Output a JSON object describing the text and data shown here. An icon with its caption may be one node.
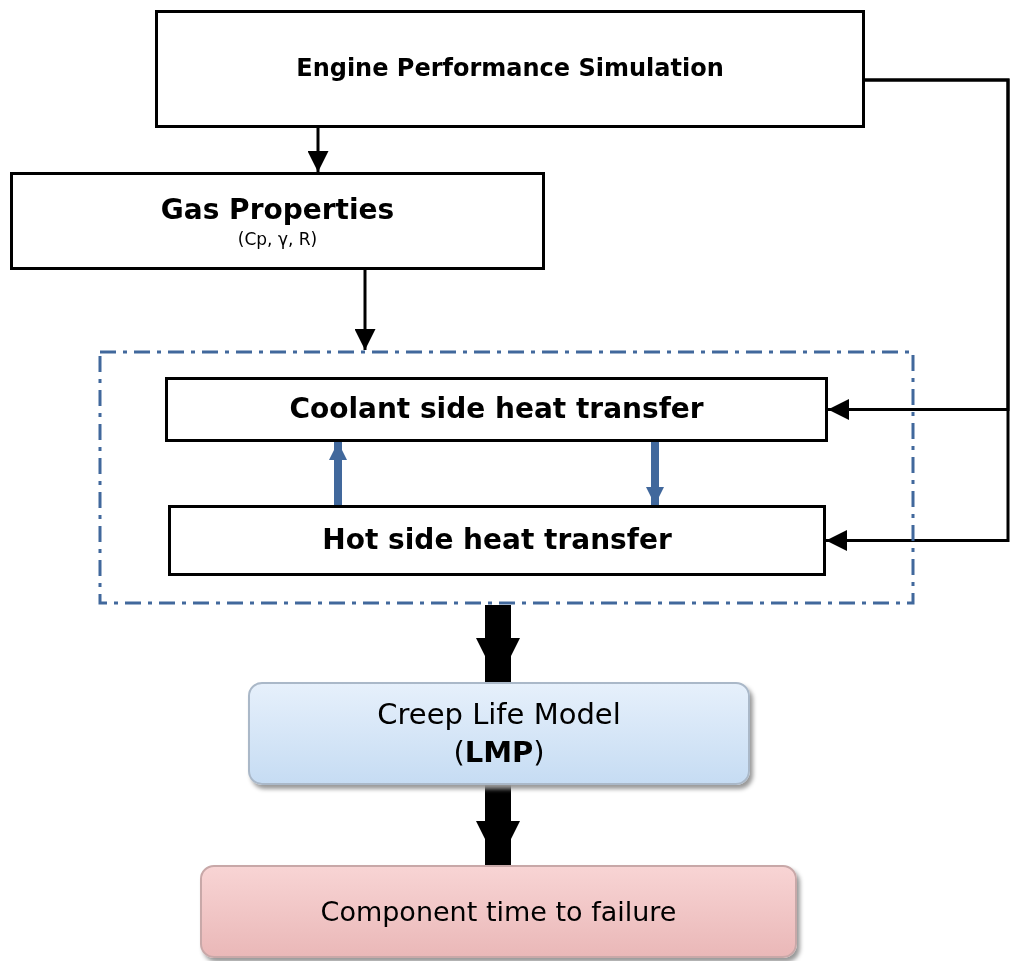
{
  "diagram": {
    "nodes": [
      {
        "text": [
          "Engine Performance Simulation"
        ]
      },
      {
        "text": [
          "Gas Properties",
          "(Cp, γ, R)"
        ]
      },
      {
        "text": [],
        "shape": "box"
      },
      {
        "text": [
          "Coolant side heat transfer"
        ],
        "in": 2
      },
      {
        "text": [
          "Hot side heat transfer"
        ],
        "in": 2
      },
      {
        "text": [
          "Creep Life Model",
          "(**LMP**)"
        ]
      },
      {
        "text": [
          "Component time to failure"
        ]
      }
    ],
    "edges": [
      {
        "from": 0,
        "to": 1,
        "arrow": "to"
      },
      {
        "from": 1,
        "to": 2,
        "arrow": "to"
      },
      {
        "from": 0,
        "to": 3,
        "arrow": "to"
      },
      {
        "from": 0,
        "to": 4,
        "arrow": "to"
      },
      {
        "from": 4,
        "to": 3,
        "arrow": "to",
        "style": "thick",
        "color": "#41689c"
      },
      {
        "from": 3,
        "to": 4,
        "arrow": "to",
        "style": "thick",
        "color": "#41689c"
      },
      {
        "from": 2,
        "to": 5,
        "arrow": "to",
        "style": "thick"
      },
      {
        "from": 5,
        "to": 6,
        "arrow": "to",
        "style": "thick"
      }
    ]
  }
}
